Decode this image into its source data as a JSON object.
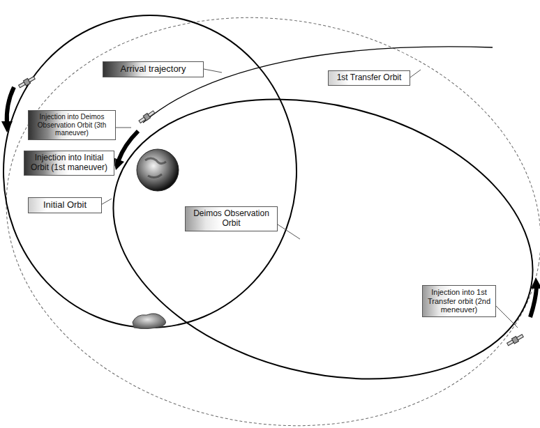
{
  "diagram": {
    "nodes": [
      {
        "text": [
          "Arrival trajectory"
        ]
      },
      {
        "text": [
          "1st Transfer Orbit"
        ]
      },
      {
        "text": [
          "Injection into Deimos Observation Orbit (3th maneuver)"
        ]
      },
      {
        "text": [
          "Injection into Initial Orbit (1st maneuver)"
        ]
      },
      {
        "text": [
          "Initial Orbit"
        ]
      },
      {
        "text": [
          "Deimos Observation Orbit"
        ]
      },
      {
        "text": [
          "Injection into 1st Transfer orbit (2nd meneuver)"
        ]
      }
    ]
  }
}
